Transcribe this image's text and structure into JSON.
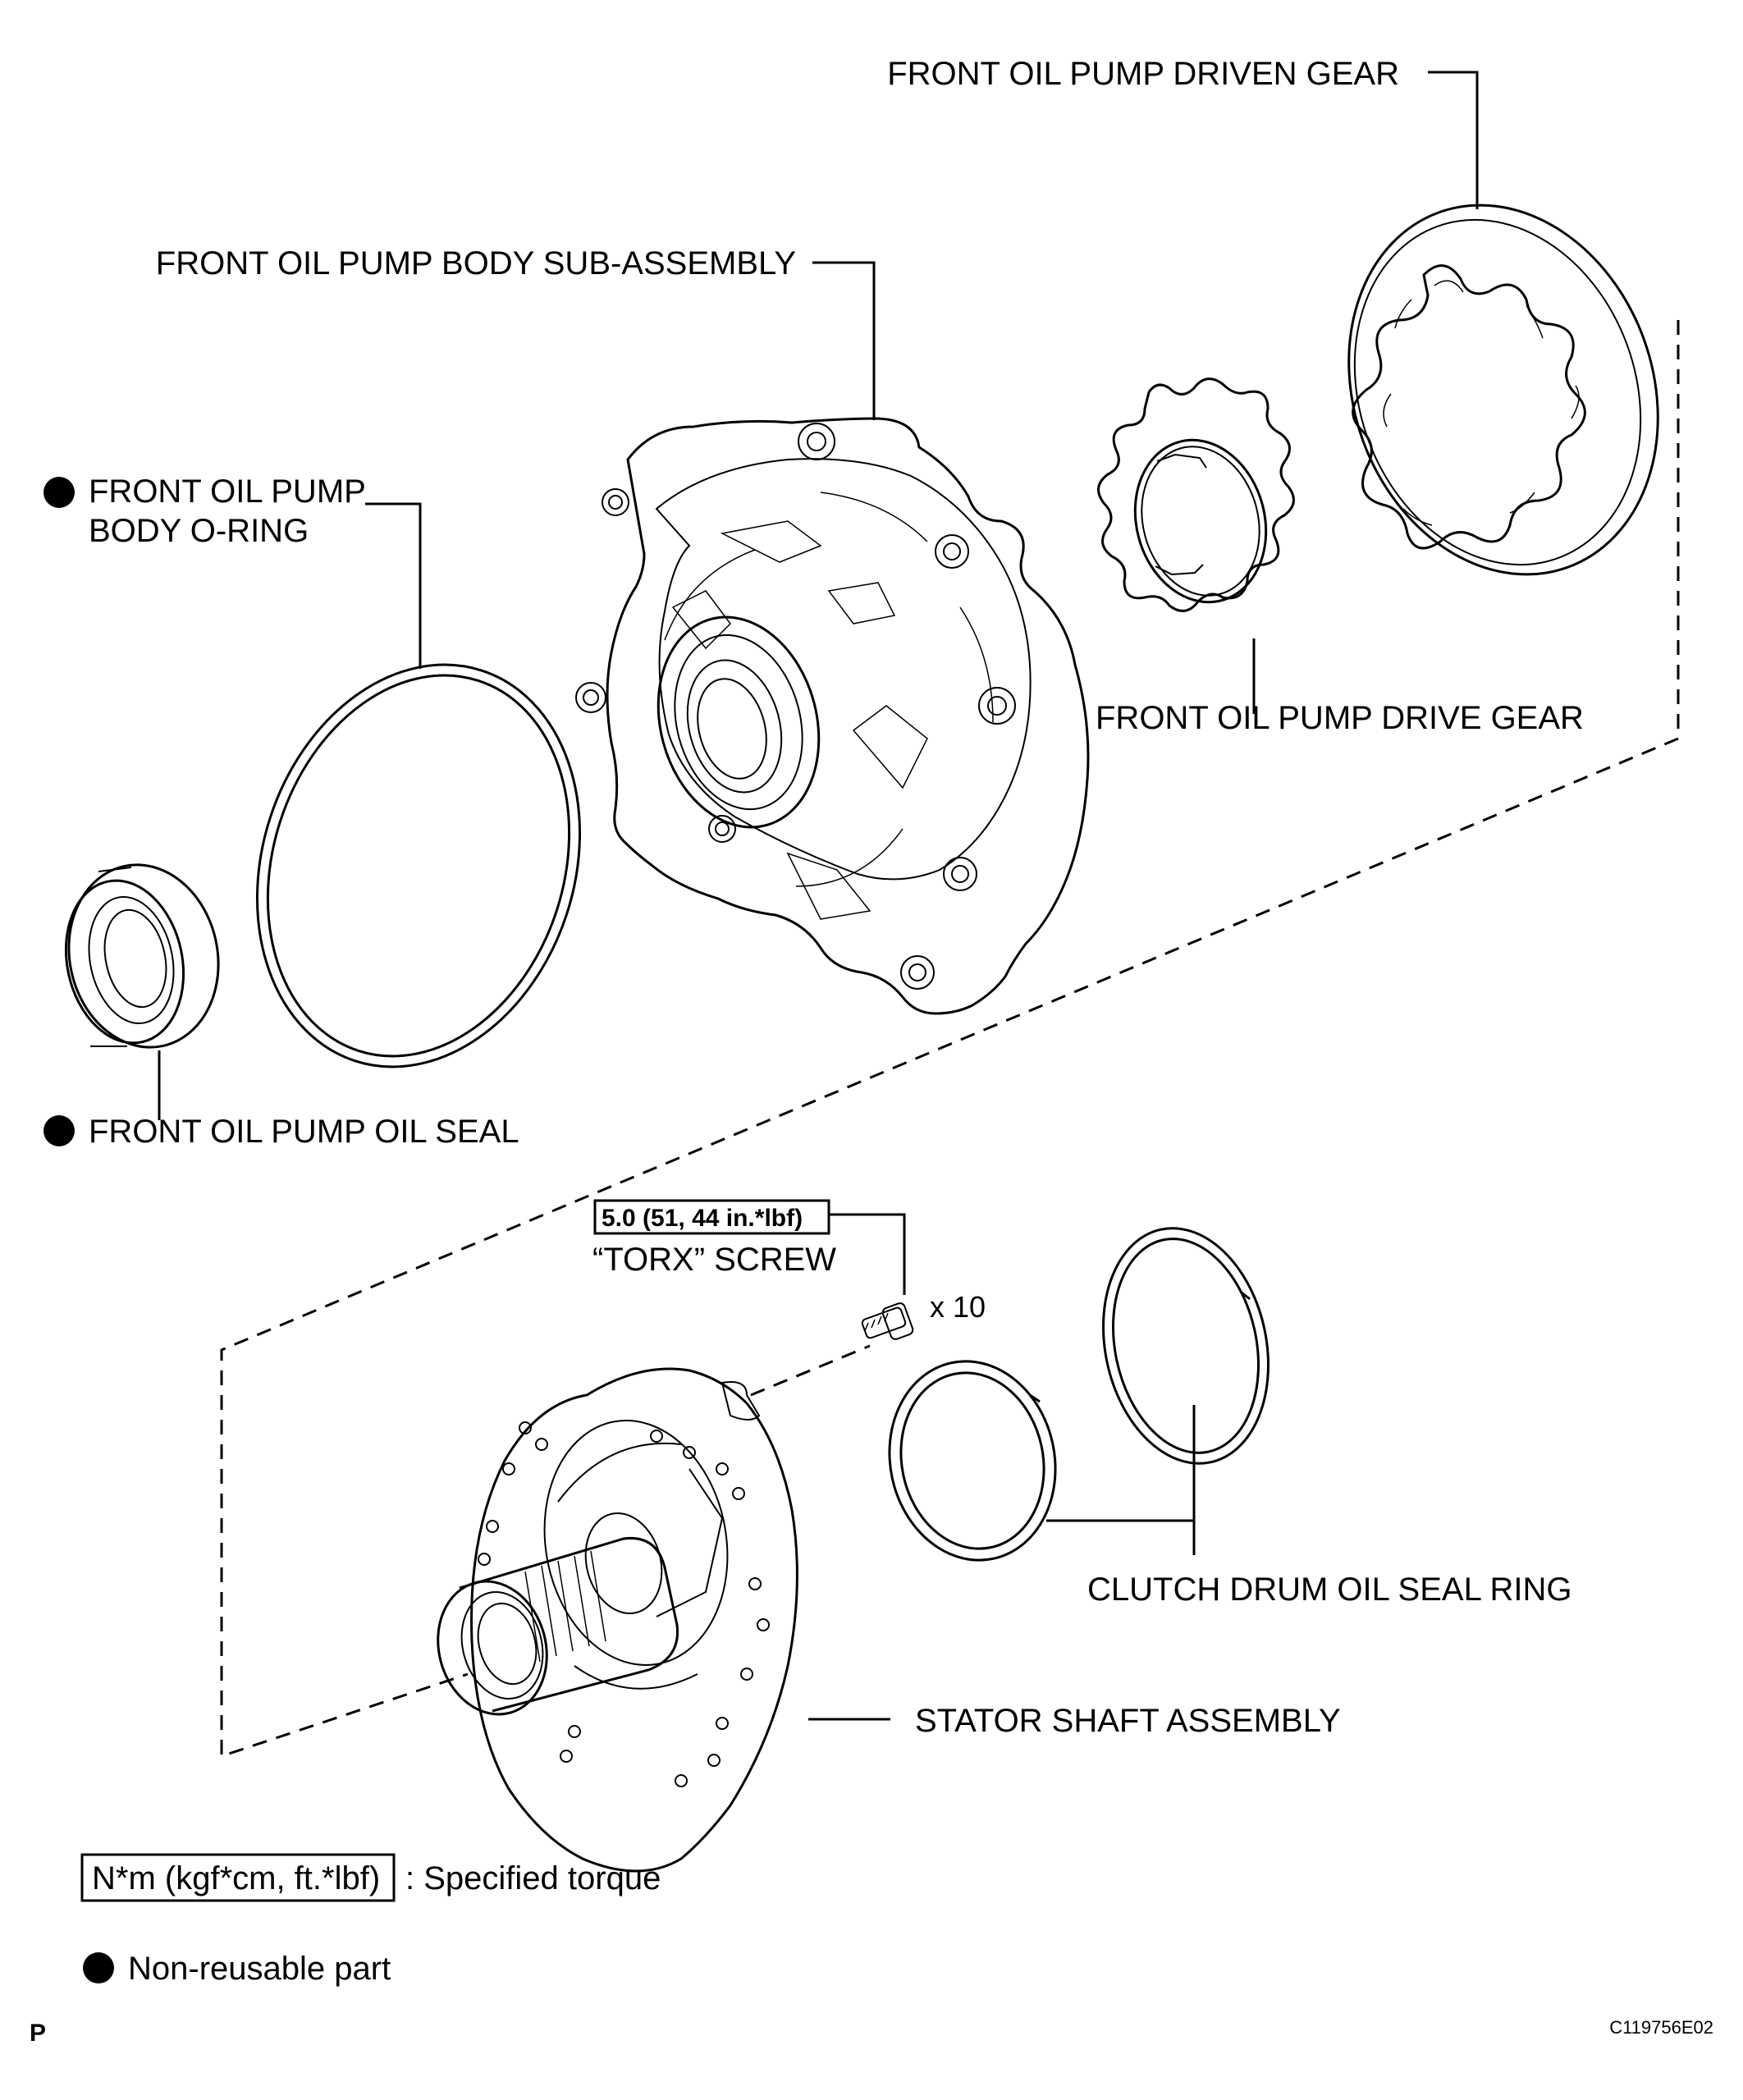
{
  "labels": {
    "driven_gear": "FRONT OIL PUMP DRIVEN GEAR",
    "body_sub_assembly": "FRONT OIL PUMP BODY SUB-ASSEMBLY",
    "o_ring_line1": "FRONT OIL PUMP",
    "o_ring_line2": "BODY O-RING",
    "drive_gear": "FRONT OIL PUMP DRIVE GEAR",
    "oil_seal": "FRONT OIL PUMP OIL SEAL",
    "torx_screw": "“TORX” SCREW",
    "screw_qty": "x 10",
    "clutch_ring": "CLUTCH DRUM OIL SEAL RING",
    "stator_shaft": "STATOR SHAFT ASSEMBLY"
  },
  "torque_spec": "5.0 (51, 44 in.*lbf)",
  "legend": {
    "torque_box": "N*m (kgf*cm, ft.*lbf)",
    "torque_text": ": Specified torque",
    "non_reusable_text": "Non-reusable part"
  },
  "footer": {
    "left_code": "P",
    "figure_id": "C119756E02"
  },
  "icons": {
    "non_reusable_marker": "filled-circle-icon"
  }
}
